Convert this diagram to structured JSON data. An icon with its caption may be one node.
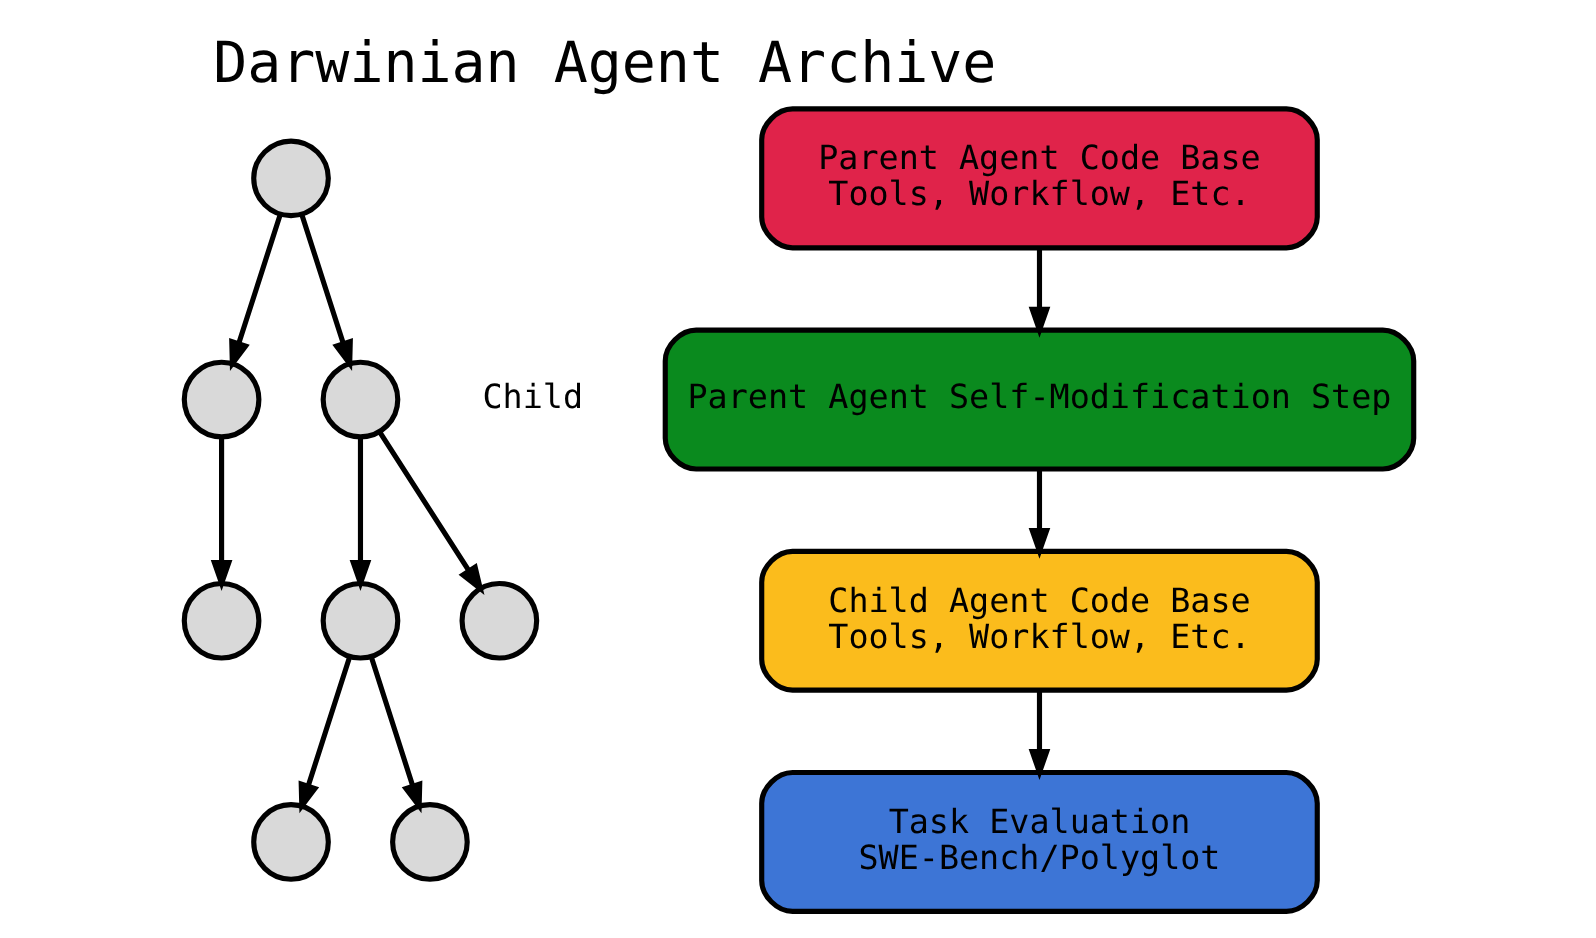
{
  "diagram": {
    "title": "Darwinian Agent Archive",
    "nodes": [
      {
        "text": [],
        "shape": "circle"
      },
      {
        "text": [],
        "shape": "circle"
      },
      {
        "text": [],
        "shape": "circle",
        "beside": [
          "Child"
        ]
      },
      {
        "text": [],
        "shape": "circle"
      },
      {
        "text": [],
        "shape": "circle"
      },
      {
        "text": [],
        "shape": "circle"
      },
      {
        "text": [],
        "shape": "circle"
      },
      {
        "text": [],
        "shape": "circle"
      },
      {
        "text": [
          "Parent Agent Code Base",
          "Tools, Workflow, Etc."
        ]
      },
      {
        "text": [
          "Parent Agent Self-Modification Step"
        ]
      },
      {
        "text": [
          "Child Agent Code Base",
          "Tools, Workflow, Etc."
        ]
      },
      {
        "text": [
          "Task Evaluation",
          "SWE-Bench/Polyglot"
        ]
      }
    ],
    "edges": [
      {
        "from": 0,
        "to": 1,
        "arrow": "to"
      },
      {
        "from": 0,
        "to": 2,
        "arrow": "to"
      },
      {
        "from": 1,
        "to": 3,
        "arrow": "to"
      },
      {
        "from": 2,
        "to": 4,
        "arrow": "to"
      },
      {
        "from": 2,
        "to": 5,
        "arrow": "to"
      },
      {
        "from": 4,
        "to": 6,
        "arrow": "to"
      },
      {
        "from": 4,
        "to": 7,
        "arrow": "to"
      },
      {
        "from": 8,
        "to": 9,
        "arrow": "to"
      },
      {
        "from": 9,
        "to": 10,
        "arrow": "to"
      },
      {
        "from": 10,
        "to": 11,
        "arrow": "to"
      }
    ]
  }
}
